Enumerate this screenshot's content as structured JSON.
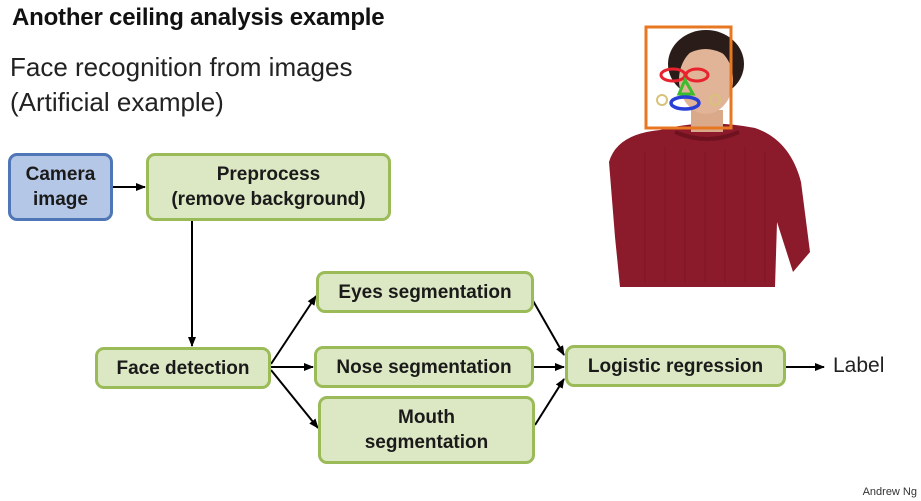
{
  "slide": {
    "title": "Another ceiling analysis example",
    "subtitle_line1": "Face recognition from images",
    "subtitle_line2": "(Artificial example)",
    "credit": "Andrew Ng"
  },
  "diagram": {
    "nodes": {
      "camera": "Camera\nimage",
      "preprocess": "Preprocess\n(remove background)",
      "face_detection": "Face detection",
      "eyes": "Eyes segmentation",
      "nose": "Nose segmentation",
      "mouth": "Mouth\nsegmentation",
      "logistic": "Logistic regression"
    },
    "output_label": "Label"
  },
  "colors": {
    "box_fill": "#dce8c3",
    "box_border": "#9bbb59",
    "camera_fill": "#b4c7e7",
    "camera_border": "#4f76b6",
    "sweater": "#8b1a2b",
    "annotation_box": "#e87722"
  }
}
